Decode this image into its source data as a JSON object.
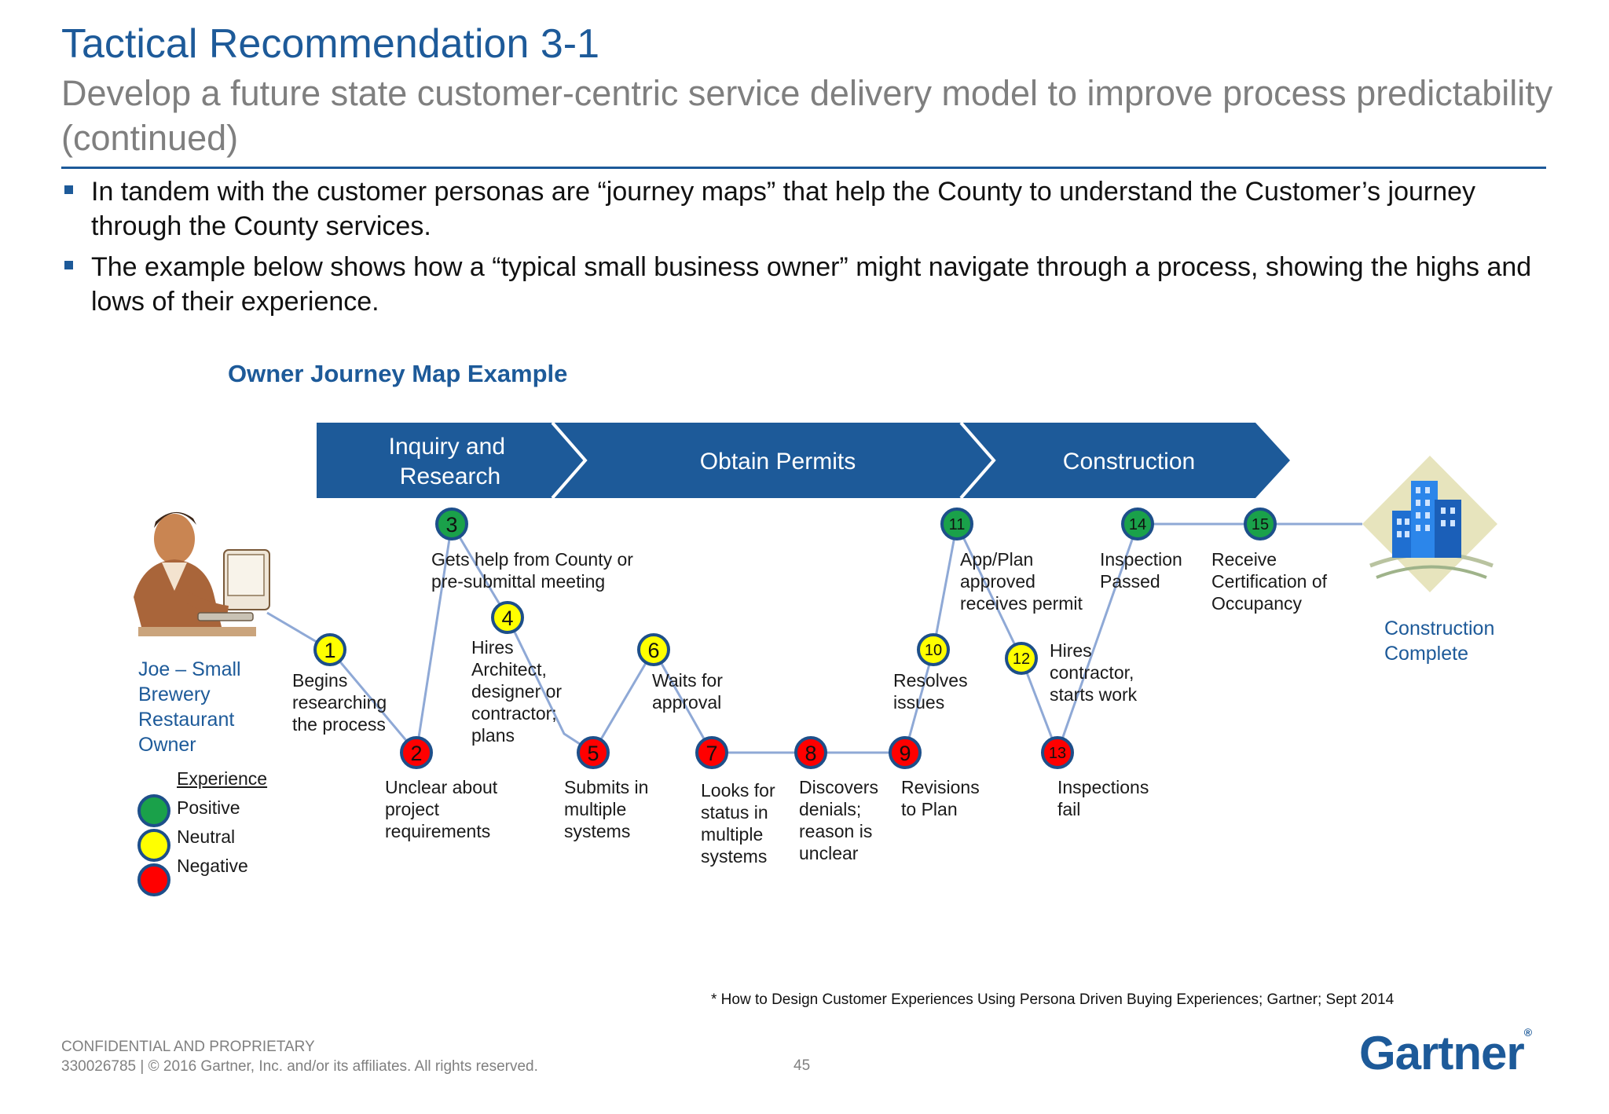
{
  "header": {
    "title": "Tactical Recommendation 3-1",
    "subtitle": "Develop a future state customer-centric service delivery model to improve process predictability (continued)"
  },
  "bullets": [
    "In tandem with the customer personas are “journey maps” that help the County to understand the Customer’s journey through the County services.",
    "The example below shows how a “typical small business owner” might navigate through a process, showing the highs and lows of their experience."
  ],
  "journey_map": {
    "title": "Owner Journey Map Example",
    "phases": [
      "Inquiry and\nResearch",
      "Obtain Permits",
      "Construction"
    ],
    "persona": "Joe – Small\nBrewery\nRestaurant\nOwner",
    "persona_icon": "business-person-at-computer-icon",
    "endpoint": "Construction\nComplete",
    "endpoint_icon": "office-building-icon",
    "steps": [
      {
        "n": "1",
        "experience": "neutral",
        "label": "Begins\nresearching\nthe process"
      },
      {
        "n": "2",
        "experience": "negative",
        "label": "Unclear about\nproject\nrequirements"
      },
      {
        "n": "3",
        "experience": "positive",
        "label": "Gets help from County or\npre-submittal meeting"
      },
      {
        "n": "4",
        "experience": "neutral",
        "label": "Hires\nArchitect,\ndesigner or\ncontractor;\nplans"
      },
      {
        "n": "5",
        "experience": "negative",
        "label": "Submits in\nmultiple\nsystems"
      },
      {
        "n": "6",
        "experience": "neutral",
        "label": "Waits for\napproval"
      },
      {
        "n": "7",
        "experience": "negative",
        "label": "Looks for\nstatus in\nmultiple\nsystems"
      },
      {
        "n": "8",
        "experience": "negative",
        "label": "Discovers\ndenials;\nreason is\nunclear"
      },
      {
        "n": "9",
        "experience": "negative",
        "label": "Revisions\nto Plan"
      },
      {
        "n": "10",
        "experience": "neutral",
        "label": "Resolves\nissues"
      },
      {
        "n": "11",
        "experience": "positive",
        "label": "App/Plan\napproved\nreceives permit"
      },
      {
        "n": "12",
        "experience": "neutral",
        "label": "Hires\ncontractor,\nstarts work"
      },
      {
        "n": "13",
        "experience": "negative",
        "label": "Inspections\nfail"
      },
      {
        "n": "14",
        "experience": "positive",
        "label": "Inspection\nPassed"
      },
      {
        "n": "15",
        "experience": "positive",
        "label": "Receive\nCertification of\nOccupancy"
      }
    ],
    "legend": {
      "title": "Experience",
      "items": [
        {
          "label": "Positive",
          "color": "#1aa14a"
        },
        {
          "label": "Neutral",
          "color": "#ffff00"
        },
        {
          "label": "Negative",
          "color": "#ff0000"
        }
      ]
    },
    "colors": {
      "phase_fill": "#1d5a99",
      "line": "#8fa9d6",
      "positive": "#1aa14a",
      "neutral": "#ffff00",
      "negative": "#ff0000"
    }
  },
  "footnote": "* How to Design Customer Experiences Using Persona Driven Buying Experiences; Gartner; Sept 2014",
  "footer": {
    "confidential": "CONFIDENTIAL AND PROPRIETARY",
    "copyright": "330026785 | © 2016 Gartner, Inc. and/or its affiliates. All rights reserved.",
    "page": "45",
    "logo": "Gartner"
  }
}
